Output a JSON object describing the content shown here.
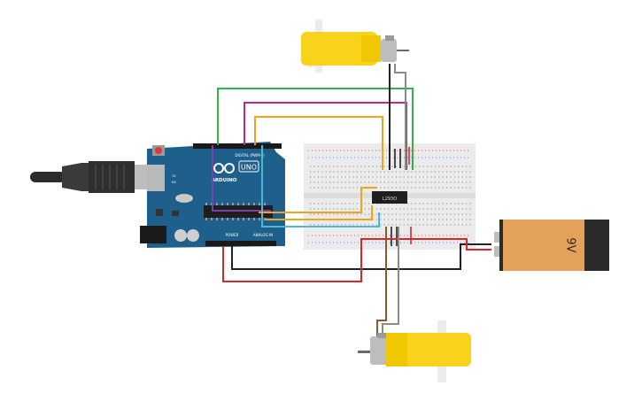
{
  "arduino": {
    "brand": "ARDUINO",
    "model": "UNO",
    "digital_label": "DIGITAL (PWM~)",
    "power_label": "POWER",
    "analog_label": "ANALOG IN",
    "tx_label": "TX",
    "rx_label": "RX",
    "board_color": "#1f5f8b"
  },
  "breadboard": {
    "ic_label": "L293D",
    "body_color": "#ebebeb"
  },
  "battery": {
    "label": "9V",
    "body_color": "#e3a15a"
  },
  "motors": [
    {
      "name": "top-motor",
      "color": "#f7d31c"
    },
    {
      "name": "bottom-motor",
      "color": "#f7d31c"
    }
  ],
  "wire_colors": {
    "green": "#2fb34a",
    "magenta": "#c2268a",
    "orange": "#f2a31a",
    "purple": "#7b3fb5",
    "cyan": "#4ab8dc",
    "red": "#d8262b",
    "black": "#222222",
    "brown": "#8a5a2b",
    "grey": "#8a8a8a"
  }
}
